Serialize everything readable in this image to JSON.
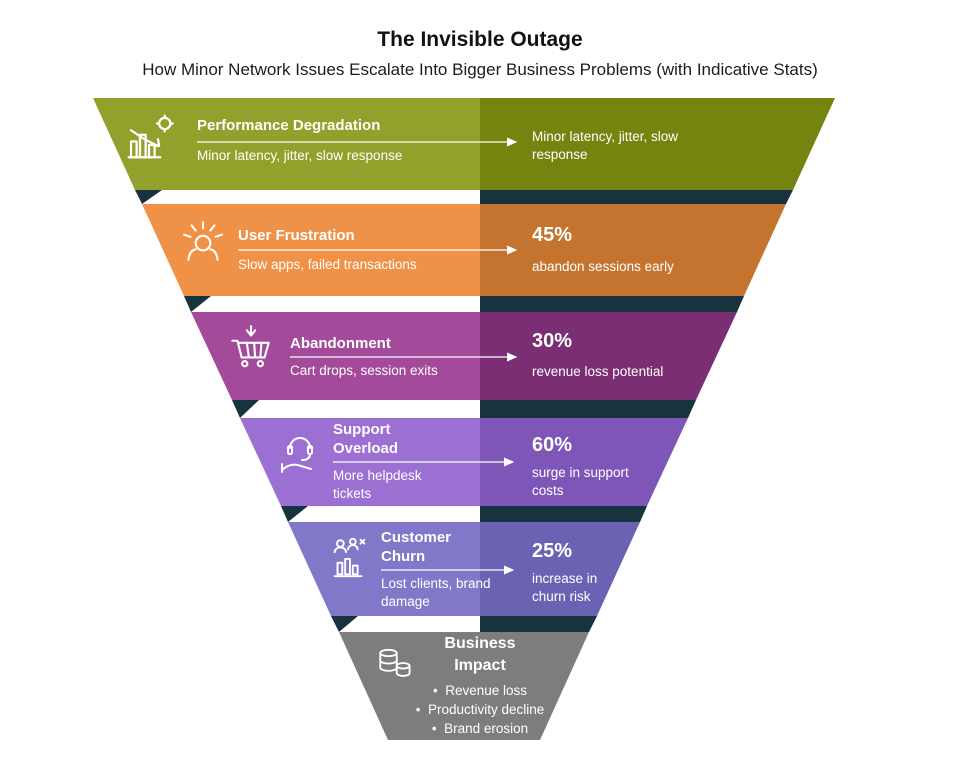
{
  "header": {
    "title": "The Invisible Outage",
    "subtitle": "How Minor Network Issues Escalate Into Bigger Business Problems (with Indicative Stats)"
  },
  "funnel": {
    "shadow_color": "#16333E",
    "stages": [
      {
        "title": "Performance Degradation",
        "description": "Minor latency, jitter, slow response",
        "stat_value": "",
        "stat_label": "Minor latency, jitter, slow response",
        "icon": "declining-chart-gear-icon",
        "left_color": "#93A02B",
        "right_color": "#75830F"
      },
      {
        "title": "User Frustration",
        "description": "Slow apps, failed transactions",
        "stat_value": "45%",
        "stat_label": "abandon sessions early",
        "icon": "frustrated-user-icon",
        "left_color": "#EF9146",
        "right_color": "#C4742E"
      },
      {
        "title": "Abandonment",
        "description": "Cart drops, session exits",
        "stat_value": "30%",
        "stat_label": "revenue loss potential",
        "icon": "shopping-cart-icon",
        "left_color": "#A34A9B",
        "right_color": "#7B2E73"
      },
      {
        "title": "Support Overload",
        "description": "More helpdesk tickets",
        "stat_value": "60%",
        "stat_label": "surge in support costs",
        "icon": "headset-support-icon",
        "left_color": "#9C6FD3",
        "right_color": "#7E56B7"
      },
      {
        "title": "Customer Churn",
        "description": "Lost clients, brand damage",
        "stat_value": "25%",
        "stat_label": "increase in churn risk",
        "icon": "customer-churn-icon",
        "left_color": "#8278CA",
        "right_color": "#6C62B4"
      }
    ],
    "base": {
      "title_line1": "Business",
      "title_line2": "Impact",
      "bullets": [
        "Revenue loss",
        "Productivity decline",
        "Brand erosion"
      ],
      "icon": "coin-stack-icon",
      "color": "#7D7D7D"
    }
  }
}
